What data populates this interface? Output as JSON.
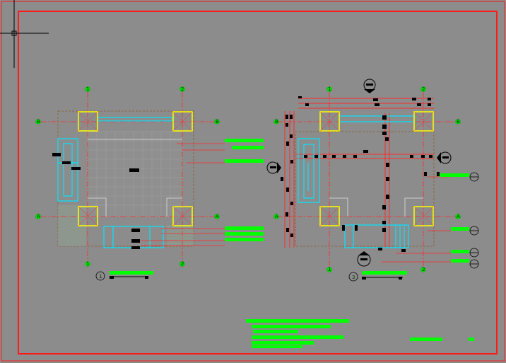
{
  "window": {
    "title": ""
  },
  "colors": {
    "background": "#8c8c8c",
    "frame": "#ff1a1a",
    "axis_line": "#ff2a2a",
    "grid_bubble": "#00e000",
    "column": "#ffff00",
    "wall": "#00e5ff",
    "dimension": "#ff2a2a",
    "annotation_bar": "#00ff00",
    "cursor": "#000000",
    "text_mark": "#000000"
  },
  "plan_left": {
    "grid_labels_top": [
      "1",
      "2"
    ],
    "grid_labels_bottom": [
      "1",
      "2"
    ],
    "grid_labels_left": [
      "B",
      "A"
    ],
    "grid_labels_right": [
      "B",
      "A"
    ],
    "detail_number": "1"
  },
  "plan_right": {
    "grid_labels_top": [
      "1",
      "2"
    ],
    "grid_labels_bottom": [
      "1",
      "2"
    ],
    "grid_labels_left": [
      "B",
      "A"
    ],
    "grid_labels_right": [
      "B",
      "A"
    ],
    "detail_number": "3"
  },
  "icons": [
    "crosshair-cursor-icon",
    "section-marker-icon",
    "north-arrow-icon"
  ]
}
